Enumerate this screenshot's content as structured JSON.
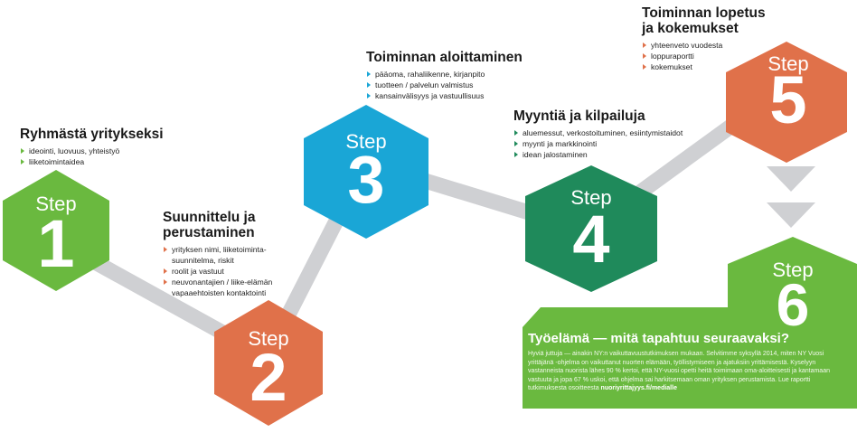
{
  "steps": [
    {
      "id": 1,
      "label": "Step",
      "number": "1",
      "color": "#6ab93f"
    },
    {
      "id": 2,
      "label": "Step",
      "number": "2",
      "color": "#e0714a"
    },
    {
      "id": 3,
      "label": "Step",
      "number": "3",
      "color": "#1aa6d6"
    },
    {
      "id": 4,
      "label": "Step",
      "number": "4",
      "color": "#1f8a5b"
    },
    {
      "id": 5,
      "label": "Step",
      "number": "5",
      "color": "#e0714a"
    },
    {
      "id": 6,
      "label": "Step",
      "number": "6",
      "color": "#6ab93f"
    }
  ],
  "connector_color": "#cfd0d3",
  "blocks": {
    "b1": {
      "title": "Ryhmästä yritykseksi",
      "items": [
        "ideointi, luovuus, yhteistyö",
        "liiketoimintaidea"
      ]
    },
    "b2": {
      "title_line1": "Suunnittelu ja",
      "title_line2": "perustaminen",
      "items": [
        "yrityksen nimi, liiketoiminta-",
        "suunnitelma, riskit",
        "roolit ja vastuut",
        "neuvonantajien / liike-elämän",
        "vapaaehtoisten kontaktointi"
      ]
    },
    "b3": {
      "title": "Toiminnan aloittaminen",
      "items": [
        "pääoma, rahaliikenne, kirjanpito",
        "tuotteen / palvelun valmistus",
        "kansainvälisyys ja vastuullisuus"
      ]
    },
    "b4": {
      "title": "Myyntiä ja kilpailuja",
      "items": [
        "aluemessut, verkostoituminen, esiintymistaidot",
        "myynti ja markkinointi",
        "idean jalostaminen"
      ]
    },
    "b5": {
      "title_line1": "Toiminnan lopetus",
      "title_line2": "ja kokemukset",
      "items": [
        "yhteenveto vuodesta",
        "loppuraportti",
        "kokemukset"
      ]
    }
  },
  "final": {
    "title": "Työelämä — mitä tapahtuu seuraavaksi?",
    "body": "Hyviä juttuja — ainakin NY:n vaikuttavuustutkimuksen mukaan. Selvitimme syksyllä 2014, miten NY Vuosi yrittäjänä -ohjelma on vaikuttanut nuorten elämään, työllistymiseen ja ajatuksiin yrittämisestä. Kyselyyn vastanneista nuorista lähes 90 % kertoi, että NY-vuosi opetti heitä toimimaan oma-aloitteisesti ja kantamaan vastuuta ja jopa 67 % uskoi, että ohjelma sai harkitsemaan oman yrityksen perustamista. Lue raportti tutkimuksesta osoitteesta",
    "link": "nuoriyrittajyys.fi/medialle"
  }
}
